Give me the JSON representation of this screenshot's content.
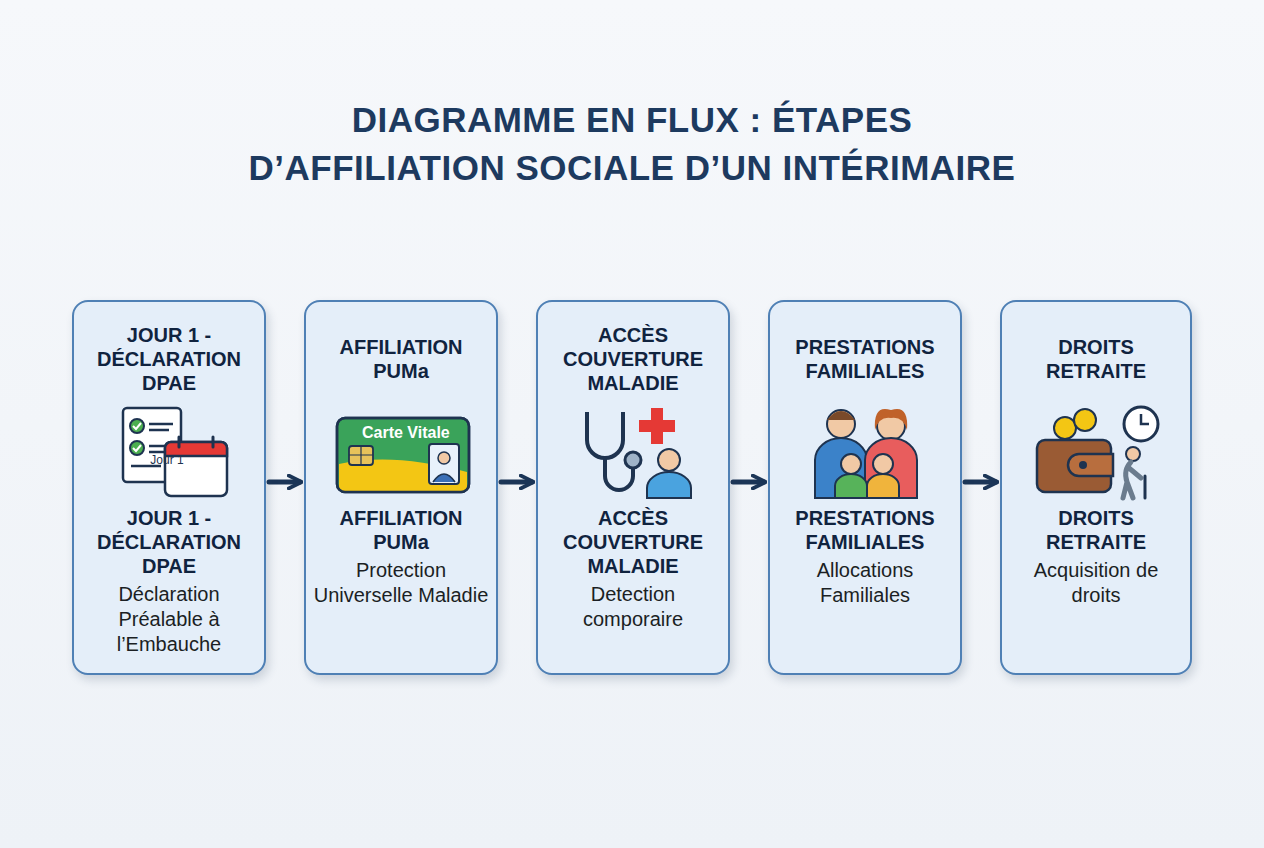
{
  "diagram": {
    "title": "DIAGRAMME EN FLUX : ÉTAPES D’AFFILIATION SOCIALE D’UN INTÉRIMAIRE",
    "nodes": [
      {
        "text": [
          "JOUR 1 - DÉCLARATION DPAE",
          "JOUR 1 - DÉCLARATION DPAE",
          "Déclaration Préalable à l’Embauche"
        ]
      },
      {
        "text": [
          "AFFILIATION PUMa",
          "AFFILIATION PUMa",
          "Protection Universelle Maladie"
        ]
      },
      {
        "text": [
          "ACCÈS COUVERTURE MALADIE",
          "ACCÈS COUVERTURE MALADIE",
          "Detection comporaire"
        ]
      },
      {
        "text": [
          "PRESTATIONS FAMILIALES",
          "PRESTATIONS FAMILIALES",
          "Allocations Familiales"
        ]
      },
      {
        "text": [
          "DROITS RETRAITE",
          "DROITS RETRAITE",
          "Acquisition de droits"
        ]
      }
    ],
    "edges": [
      {
        "from": 0,
        "to": 1,
        "arrow": "to"
      },
      {
        "from": 1,
        "to": 2,
        "arrow": "to"
      },
      {
        "from": 2,
        "to": 3,
        "arrow": "to"
      },
      {
        "from": 3,
        "to": 4,
        "arrow": "to"
      }
    ],
    "labels": [
      "Jour 1",
      "Carte Vitale"
    ]
  }
}
